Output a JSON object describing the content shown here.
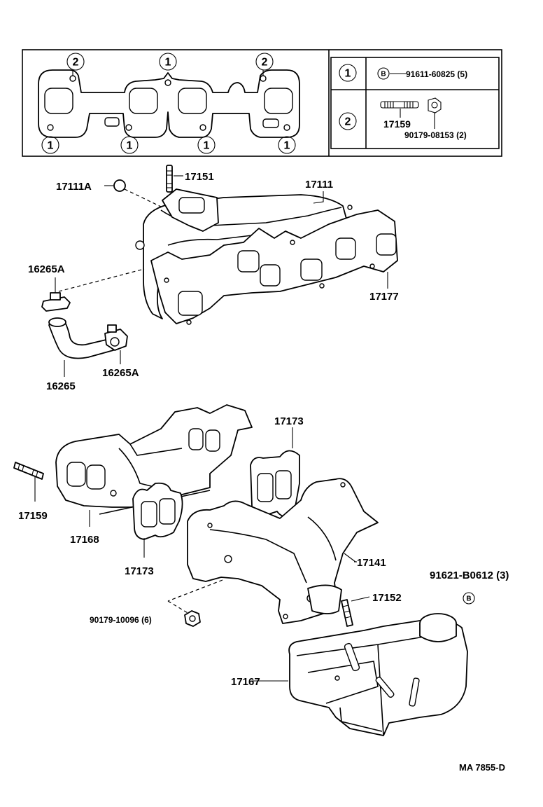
{
  "legend": {
    "row1": {
      "marker": "1",
      "bolt_symbol": "B",
      "part": "91611-60825 (5)"
    },
    "row2": {
      "marker": "2",
      "stud": "17159",
      "nut": "90179-08153 (2)"
    }
  },
  "gasket_markers": [
    "2",
    "1",
    "2",
    "1",
    "1",
    "1",
    "1"
  ],
  "labels": {
    "p17111A": "17111A",
    "p17151": "17151",
    "p17111": "17111",
    "p16265A_top": "16265A",
    "p17177": "17177",
    "p16265A_bot": "16265A",
    "p16265": "16265",
    "p17173_top": "17173",
    "p17159": "17159",
    "p17168": "17168",
    "p17173_bot": "17173",
    "p17141": "17141",
    "p91621": "91621-B0612 (3)",
    "p17152": "17152",
    "p90179": "90179-10096 (6)",
    "p17167": "17167"
  },
  "bolt_symbol": "B",
  "diagram_code": "MA  7855-D"
}
